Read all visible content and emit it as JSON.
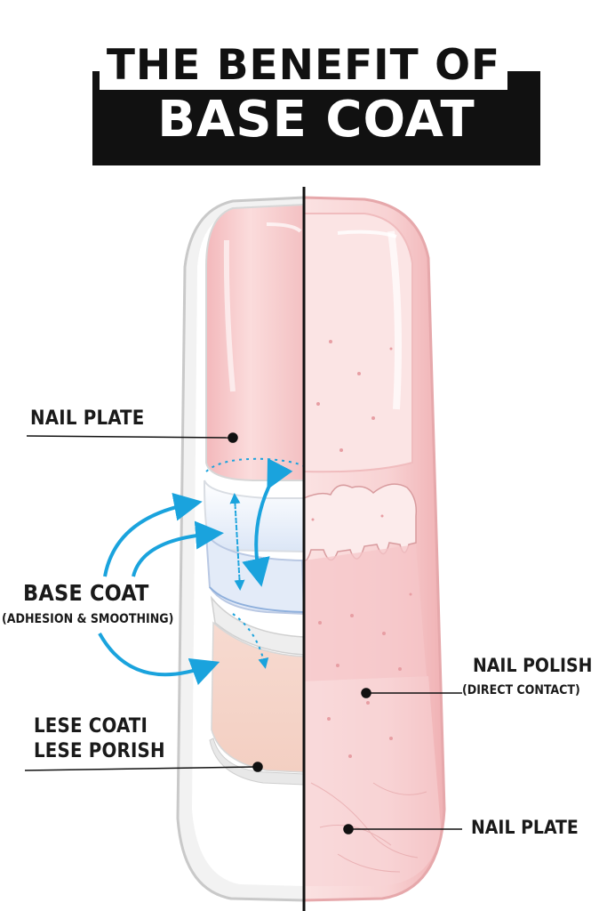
{
  "title": {
    "line1": "THE BENEFIT OF",
    "line2": "BASE COAT"
  },
  "labels": {
    "nail_plate_top": "NAIL PLATE",
    "base_coat": "BASE COAT",
    "base_coat_note": "(ADHESION & SMOOTHING)",
    "lese_coati": "LESE COATI",
    "lese_porish": "LESE PORISH",
    "nail_polish": "NAIL POLISH",
    "nail_polish_note": "(DIRECT CONTACT)",
    "nail_plate_bottom": "NAIL PLATE"
  },
  "colors": {
    "title_bg": "#111111",
    "arrow_blue": "#1aa3dd",
    "nail_pink": "#f5c9c9",
    "nail_outline": "#c9c9c9"
  }
}
